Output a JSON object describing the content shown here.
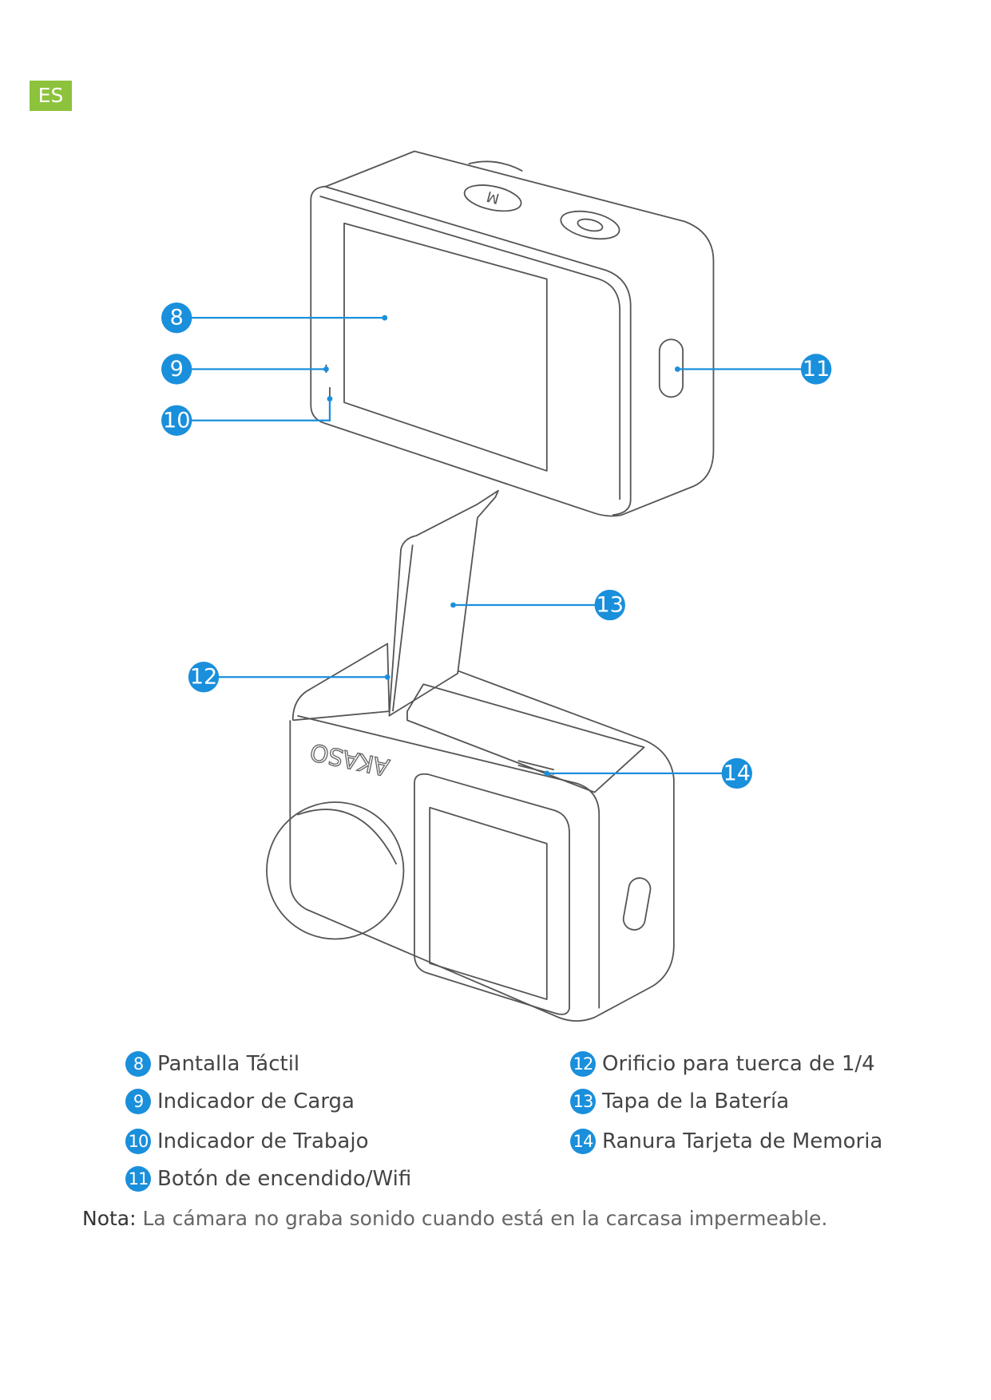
{
  "language_badge": "ES",
  "camera_brand": "AKASO",
  "callouts": [
    "8",
    "9",
    "10",
    "11",
    "12",
    "13",
    "14"
  ],
  "legend": [
    {
      "num": "8",
      "label": "Pantalla Táctil"
    },
    {
      "num": "9",
      "label": "Indicador de Carga"
    },
    {
      "num": "10",
      "label": "Indicador de Trabajo"
    },
    {
      "num": "11",
      "label": "Botón de encendido/Wifi"
    },
    {
      "num": "12",
      "label": "Orificio para tuerca de 1/4"
    },
    {
      "num": "13",
      "label": "Tapa de la Batería"
    },
    {
      "num": "14",
      "label": "Ranura Tarjeta de Memoria"
    }
  ],
  "note": {
    "label": "Nota:",
    "text": " La cámara no graba sonido cuando está en la carcasa impermeable."
  },
  "colors": {
    "badge": "#8dc33c",
    "callout": "#1a8fdc"
  }
}
